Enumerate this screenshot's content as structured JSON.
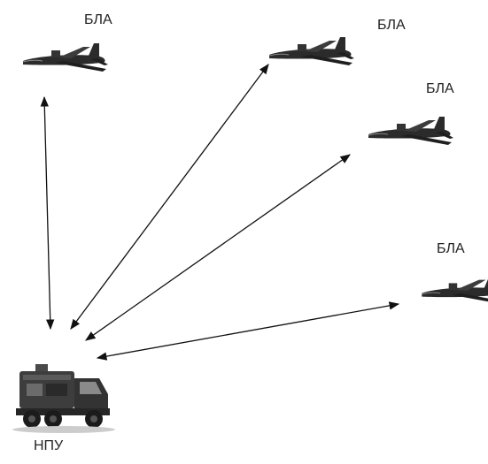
{
  "diagram": {
    "uav_label": "БЛА",
    "gcs_label": "НПУ",
    "nodes": {
      "uav_1": "БЛА",
      "uav_2": "БЛА",
      "uav_3": "БЛА",
      "uav_4": "БЛА",
      "gcs": "НПУ"
    },
    "links": [
      {
        "from": "gcs",
        "to": "uav_1",
        "bidirectional": true
      },
      {
        "from": "gcs",
        "to": "uav_2",
        "bidirectional": true
      },
      {
        "from": "gcs",
        "to": "uav_3",
        "bidirectional": true
      },
      {
        "from": "gcs",
        "to": "uav_4",
        "bidirectional": true
      }
    ],
    "colors": {
      "background": "#ffffff",
      "arrow": "#111111",
      "uav_body": "#2b2b2b",
      "truck_body": "#3a3a3a"
    }
  }
}
